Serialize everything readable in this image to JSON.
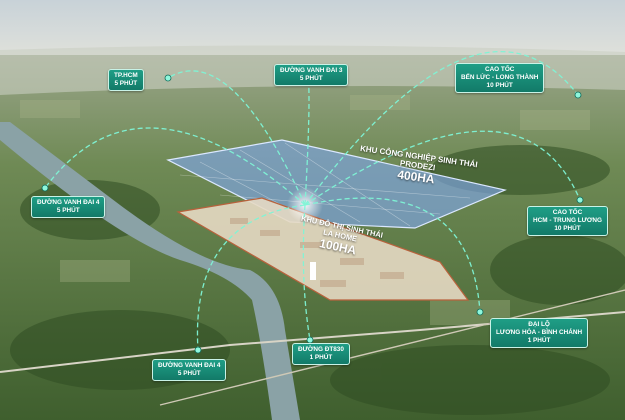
{
  "labels": {
    "tphcm": {
      "line1": "TP.HCM",
      "line2": "5 PHÚT"
    },
    "vanh_dai_3": {
      "line1": "ĐƯỜNG VANH ĐAI 3",
      "line2": "5 PHÚT"
    },
    "cao_toc_ben_luc": {
      "line1": "CAO TỐC",
      "line2": "BẾN LỨC - LONG THÀNH",
      "line3": "10 PHÚT"
    },
    "vanh_dai_4_left": {
      "line1": "ĐƯỜNG VANH ĐAI 4",
      "line2": "5 PHÚT"
    },
    "cao_toc_trung_luong": {
      "line1": "CAO TỐC",
      "line2": "HCM - TRUNG LƯƠNG",
      "line3": "10 PHÚT"
    },
    "dai_lo": {
      "line1": "ĐẠI LỘ",
      "line2": "LƯƠNG HÒA - BÌNH CHÁNH",
      "line3": "1 PHÚT"
    },
    "dt830": {
      "line1": "ĐƯỜNG ĐT830",
      "line2": "1 PHÚT"
    },
    "vanh_dai_4_bottom": {
      "line1": "ĐƯỜNG VANH ĐAI 4",
      "line2": "5 PHÚT"
    }
  },
  "zones": {
    "industrial": {
      "line1": "KHU CÔNG NGHIỆP SINH THÁI",
      "line2": "PRODEZI",
      "area": "400HA"
    },
    "urban": {
      "line1": "KHU ĐÔ THỊ SINH THÁI",
      "line2": "LA HOME",
      "area": "100HA"
    }
  },
  "colors": {
    "tag_bg": "#179078",
    "arc": "#7ff5d6",
    "industrial_zone": "#7fa6e8",
    "urban_zone": "#e6d9c3"
  }
}
